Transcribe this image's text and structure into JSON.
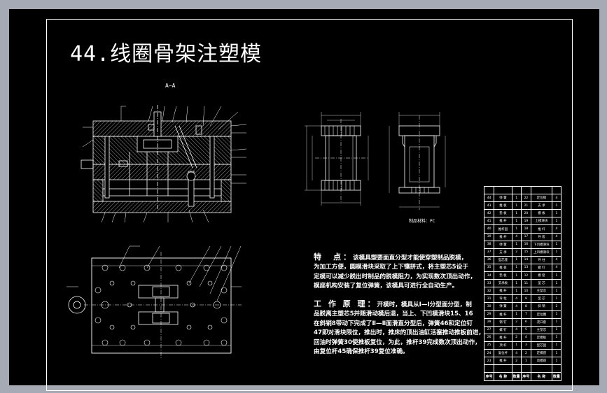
{
  "drawing": {
    "title": "44.线圈骨架注塑模",
    "section_label": "A—A",
    "scale_label": "制品材料：PC",
    "features": {
      "heading": "特　点：",
      "lines": [
        "该模具塑要面直分型才能使穿塑制品脱模，",
        "为加工方便，圆模滑块采取了上下镶拼式，将主塑芯5设于",
        "定模可以减少脱出时制品的脱模阻力，为实现数次顶出动作，",
        "模座机构安装了复位弹簧，该模具可进行全自动生产。"
      ]
    },
    "principle": {
      "heading": "工 作 原 理：",
      "lines": [
        "开模时，模具从Ⅰ—Ⅰ分型面分型，制",
        "品脱离主塑芯5并随滑动模后退，当上、下凹模滑块15、16",
        "在斜销8带动下完成了Ⅱ—Ⅱ面滑直分型后，弹簧46和定位钉",
        "47即对滑块限位，推出时，推床的顶出油缸活塞推动推板前进，",
        "回油时弹簧30使推板复位，为此，推杆39完成数次顶出动作，",
        "由复位杆45确保推杆39复位准确。"
      ]
    },
    "bom": {
      "rows": [
        [
          "",
          "",
          "",
          "",
          "",
          ""
        ],
        [
          "44",
          "弹 簧",
          "1",
          "22",
          "定位销",
          "4"
        ],
        [
          "43",
          "推 板",
          "1",
          "21",
          "支 承",
          "1"
        ],
        [
          "42",
          "垫 板",
          "1",
          "20",
          "模 板",
          "1"
        ],
        [
          "41",
          "推 杆",
          "1",
          "19",
          "上模滑块",
          "1"
        ],
        [
          "40",
          "推杆固",
          "1",
          "18",
          "推 杆",
          "4"
        ],
        [
          "39",
          "推 杆",
          "4",
          "17",
          "导 套",
          "4"
        ],
        [
          "38",
          "弹 簧",
          "1",
          "16",
          "下凹模滑块",
          "1"
        ],
        [
          "37",
          "支 承",
          "2",
          "15",
          "上凹模滑块",
          "1"
        ],
        [
          "36",
          "型芯座",
          "1",
          "14",
          "导 柱",
          "4"
        ],
        [
          "35",
          "推 板",
          "1",
          "13",
          "螺 钉",
          "4"
        ],
        [
          "34",
          "垫 板",
          "1",
          "12",
          "模 套",
          "1"
        ],
        [
          "33",
          "支承板",
          "1",
          "11",
          "型 芯",
          "1"
        ],
        [
          "32",
          "推 杆",
          "1",
          "10",
          "主型芯",
          "1"
        ],
        [
          "31",
          "导 柱",
          "4",
          "9",
          "型 芯",
          "1"
        ],
        [
          "30",
          "弹 簧",
          "4",
          "8",
          "斜 销",
          "2"
        ],
        [
          "29",
          "推 杆",
          "1",
          "7",
          "定位圈",
          "1"
        ],
        [
          "28",
          "销 钉",
          "2",
          "6",
          "浇口套",
          "1"
        ],
        [
          "27",
          "螺 钉",
          "4",
          "5",
          "主塑芯",
          "1"
        ],
        [
          "26",
          "推 杆",
          "2",
          "4",
          "定模板",
          "1"
        ],
        [
          "25",
          "顶 杆",
          "1",
          "3",
          "型芯固",
          "1"
        ],
        [
          "24",
          "复位杆",
          "4",
          "2",
          "定模座",
          "1"
        ],
        [
          "23",
          "推 杆",
          "2",
          "1",
          "动模座",
          "1"
        ],
        [
          "",
          "",
          "",
          "",
          "",
          ""
        ],
        [
          "序号",
          "名 称",
          "数量",
          "序号",
          "名 称",
          "数量"
        ]
      ]
    }
  }
}
